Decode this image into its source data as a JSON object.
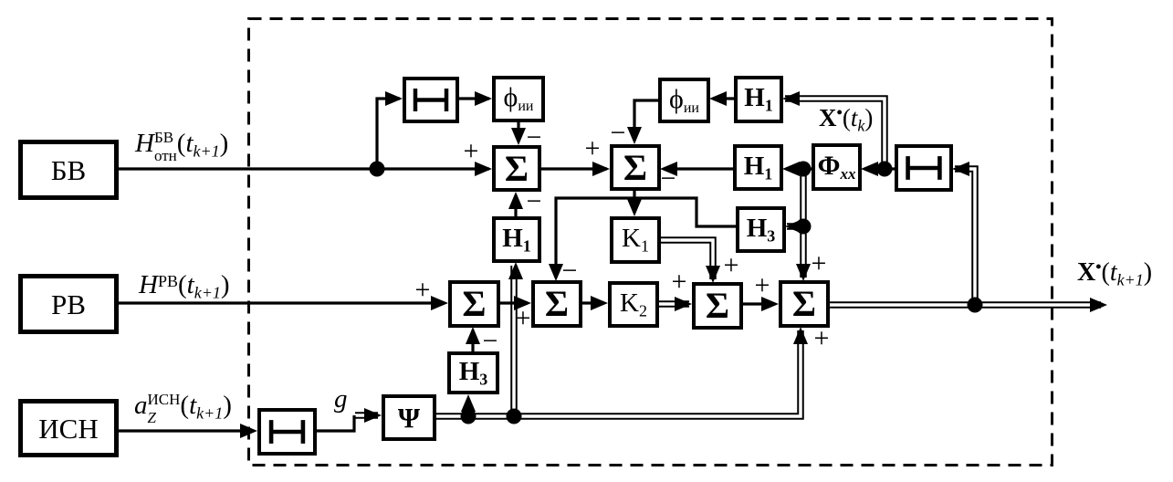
{
  "colors": {
    "ink": "#000000",
    "background": "#ffffff"
  },
  "sources": {
    "bv": "БВ",
    "rv": "РВ",
    "isn": "ИСН"
  },
  "blocks": {
    "sum": "Σ",
    "psi": "Ψ",
    "phi_ii": {
      "base": "ϕ",
      "sub": "ии"
    },
    "h1": {
      "base": "H",
      "sub": "1"
    },
    "h3": {
      "base": "H",
      "sub": "3"
    },
    "k1": {
      "base": "K",
      "sub": "1"
    },
    "k2": {
      "base": "K",
      "sub": "2"
    },
    "phi_xx": {
      "base": "Φ",
      "sub": "xx"
    },
    "delay": "delay-element"
  },
  "signal_labels": {
    "bv": {
      "base": "H",
      "sup": "БВ",
      "sub": "отн",
      "open": "(",
      "tvar": "t",
      "tsub": "k+1",
      "close": ")"
    },
    "rv": {
      "base": "H",
      "sup": "РВ",
      "open": "(",
      "tvar": "t",
      "tsub": "k+1",
      "close": ")"
    },
    "isn": {
      "base": "a",
      "subz": "Z",
      "sup": "ИСН",
      "open": "(",
      "tvar": "t",
      "tsub": "k+1",
      "close": ")"
    },
    "g": "g",
    "xk": {
      "base": "X",
      "sup": "•",
      "open": "(",
      "tvar": "t",
      "tsub": "k",
      "close": ")"
    },
    "xk1": {
      "base": "X",
      "sup": "•",
      "open": "(",
      "tvar": "t",
      "tsub": "k+1",
      "close": ")"
    }
  },
  "signs": {
    "s1": "+",
    "s2": "−",
    "s3": "−",
    "s4": "+",
    "s5": "−",
    "s6": "−",
    "s7": "+",
    "s8": "−",
    "s9": "+",
    "s10": "−",
    "s11": "+",
    "s12": "+",
    "s13": "+",
    "s14": "+",
    "s15": "+"
  }
}
